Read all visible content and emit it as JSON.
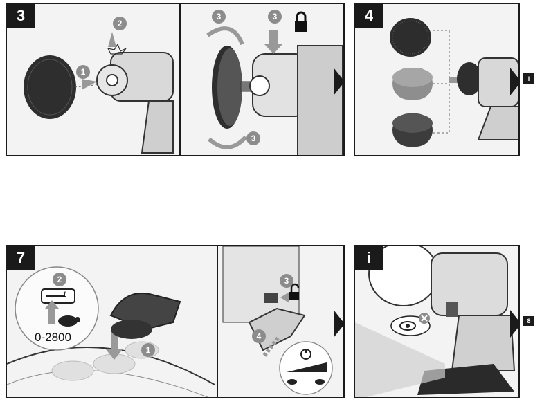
{
  "panels": {
    "p3": {
      "badge": "3"
    },
    "p4": {
      "badge": "4"
    },
    "p7": {
      "badge": "7"
    },
    "pi": {
      "badge": "i"
    }
  },
  "callouts": {
    "p3a_one": "1",
    "p3a_two": "2",
    "p3b_three_a": "3",
    "p3b_three_b": "3",
    "p3b_three_c": "3",
    "p7a_two": "2",
    "p7a_one": "1",
    "p7b_three": "3",
    "p7b_four": "4"
  },
  "speed": {
    "range": "0-2800",
    "dial_mark": "1"
  },
  "side_tags": {
    "info": "i",
    "page": "8"
  },
  "colors": {
    "frame": "#1b1b1b",
    "callout": "#8c8c8c",
    "pad_dark": "#3c3c3c",
    "pad_light": "#8e8e8e"
  }
}
